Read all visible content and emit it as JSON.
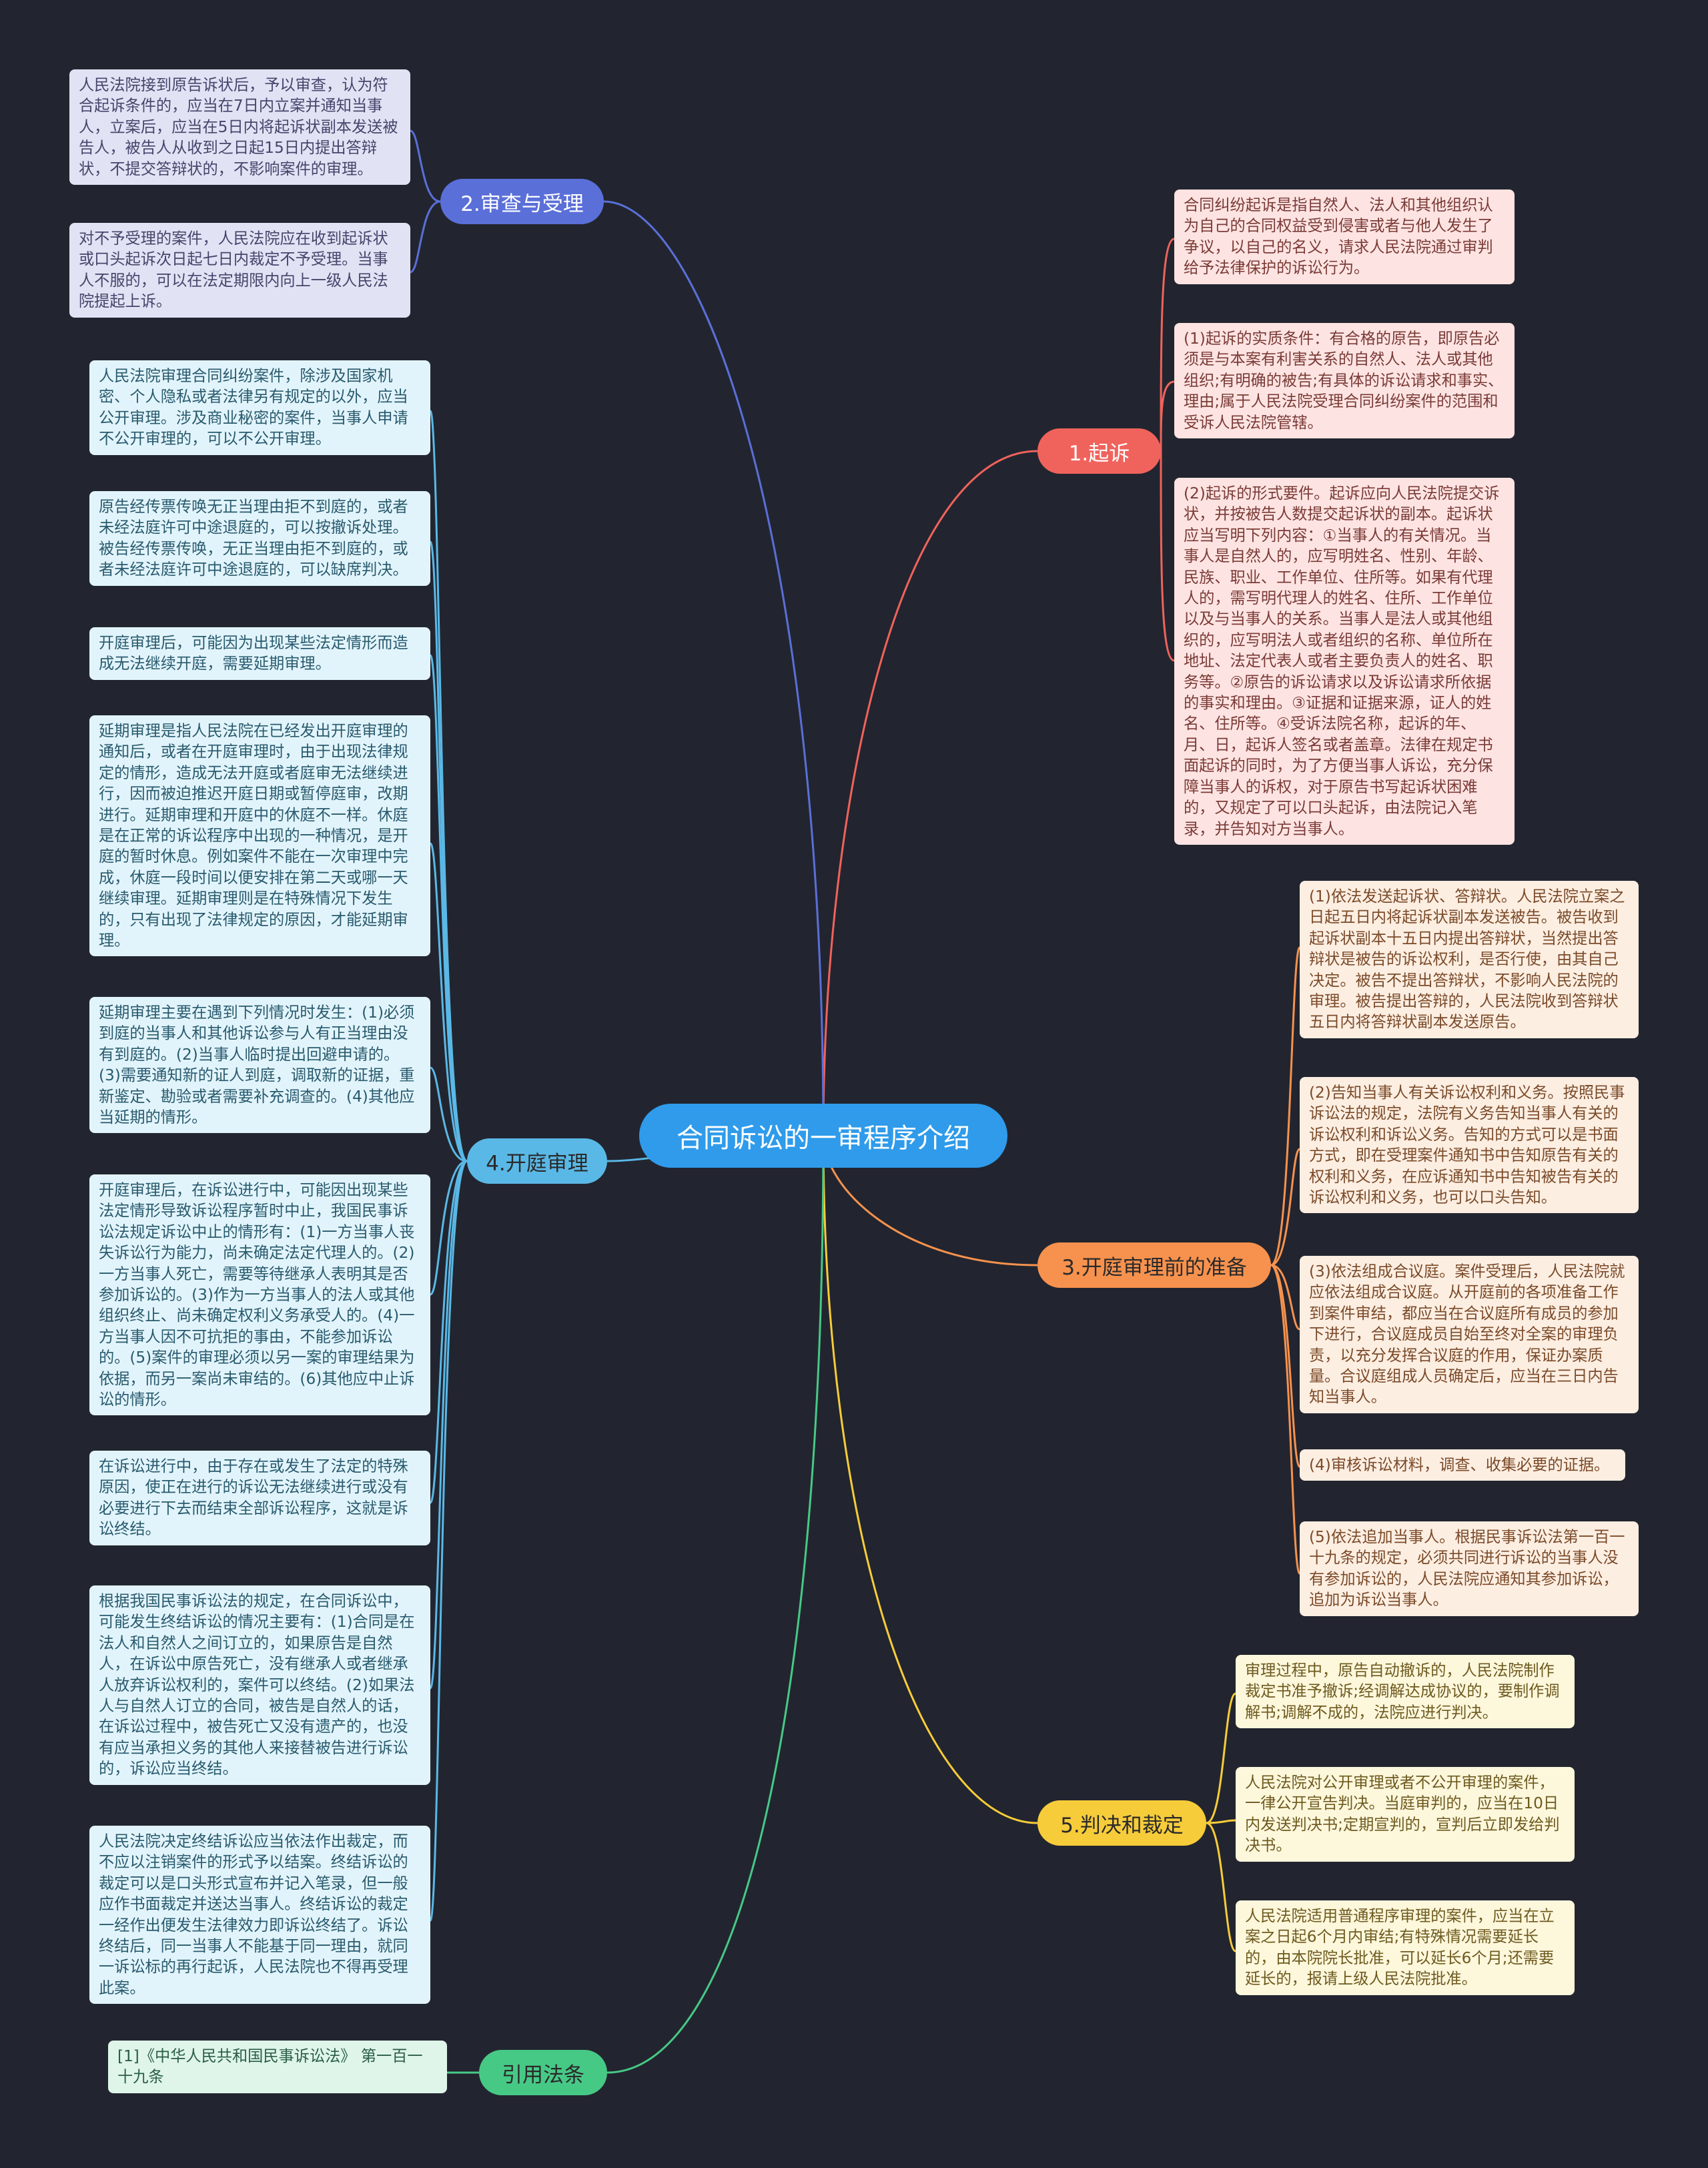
{
  "root": {
    "label": "合同诉讼的一审程序介绍"
  },
  "branches": {
    "filing": {
      "label": "1.起诉",
      "color": "#f0635c",
      "text_color": "#ffffff"
    },
    "review": {
      "label": "2.审查与受理",
      "color": "#5a6fd8",
      "text_color": "#ffffff"
    },
    "prep": {
      "label": "3.开庭审理前的准备",
      "color": "#f7924e",
      "text_color": "#2a2a2a"
    },
    "hearing": {
      "label": "4.开庭审理",
      "color": "#5ab8e6",
      "text_color": "#2a2a2a"
    },
    "verdict": {
      "label": "5.判决和裁定",
      "color": "#f7cc3a",
      "text_color": "#2a2a2a"
    },
    "cite": {
      "label": "引用法条",
      "color": "#47c986",
      "text_color": "#2a2a2a"
    }
  },
  "leaves": {
    "filing": [
      "合同纠纷起诉是指自然人、法人和其他组织认为自己的合同权益受到侵害或者与他人发生了争议，以自己的名义，请求人民法院通过审判给予法律保护的诉讼行为。",
      "(1)起诉的实质条件：有合格的原告，即原告必须是与本案有利害关系的自然人、法人或其他组织;有明确的被告;有具体的诉讼请求和事实、理由;属于人民法院受理合同纠纷案件的范围和受诉人民法院管辖。",
      "(2)起诉的形式要件。起诉应向人民法院提交诉状，并按被告人数提交起诉状的副本。起诉状应当写明下列内容：①当事人的有关情况。当事人是自然人的，应写明姓名、性别、年龄、民族、职业、工作单位、住所等。如果有代理人的，需写明代理人的姓名、住所、工作单位以及与当事人的关系。当事人是法人或其他组织的，应写明法人或者组织的名称、单位所在地址、法定代表人或者主要负责人的姓名、职务等。②原告的诉讼请求以及诉讼请求所依据的事实和理由。③证据和证据来源，证人的姓名、住所等。④受诉法院名称，起诉的年、月、日，起诉人签名或者盖章。法律在规定书面起诉的同时，为了方便当事人诉讼，充分保障当事人的诉权，对于原告书写起诉状困难的，又规定了可以口头起诉，由法院记入笔录，并告知对方当事人。"
    ],
    "review": [
      "人民法院接到原告诉状后，予以审查，认为符合起诉条件的，应当在7日内立案并通知当事人，立案后，应当在5日内将起诉状副本发送被告人，被告人从收到之日起15日内提出答辩状，不提交答辩状的，不影响案件的审理。",
      "对不予受理的案件，人民法院应在收到起诉状或口头起诉次日起七日内裁定不予受理。当事人不服的，可以在法定期限内向上一级人民法院提起上诉。"
    ],
    "prep": [
      "(1)依法发送起诉状、答辩状。人民法院立案之日起五日内将起诉状副本发送被告。被告收到起诉状副本十五日内提出答辩状，当然提出答辩状是被告的诉讼权利，是否行使，由其自己决定。被告不提出答辩状，不影响人民法院的审理。被告提出答辩的，人民法院收到答辩状五日内将答辩状副本发送原告。",
      "(2)告知当事人有关诉讼权利和义务。按照民事诉讼法的规定，法院有义务告知当事人有关的诉讼权利和诉讼义务。告知的方式可以是书面方式，即在受理案件通知书中告知原告有关的权利和义务，在应诉通知书中告知被告有关的诉讼权利和义务，也可以口头告知。",
      "(3)依法组成合议庭。案件受理后，人民法院就应依法组成合议庭。从开庭前的各项准备工作到案件审结，都应当在合议庭所有成员的参加下进行，合议庭成员自始至终对全案的审理负责，以充分发挥合议庭的作用，保证办案质量。合议庭组成人员确定后，应当在三日内告知当事人。",
      "(4)审核诉讼材料，调查、收集必要的证据。",
      "(5)依法追加当事人。根据民事诉讼法第一百一十九条的规定，必须共同进行诉讼的当事人没有参加诉讼的，人民法院应通知其参加诉讼，追加为诉讼当事人。"
    ],
    "hearing": [
      "人民法院审理合同纠纷案件，除涉及国家机密、个人隐私或者法律另有规定的以外，应当公开审理。涉及商业秘密的案件，当事人申请不公开审理的，可以不公开审理。",
      "原告经传票传唤无正当理由拒不到庭的，或者未经法庭许可中途退庭的，可以按撤诉处理。被告经传票传唤，无正当理由拒不到庭的，或者未经法庭许可中途退庭的，可以缺席判决。",
      "开庭审理后，可能因为出现某些法定情形而造成无法继续开庭，需要延期审理。",
      "延期审理是指人民法院在已经发出开庭审理的通知后，或者在开庭审理时，由于出现法律规定的情形，造成无法开庭或者庭审无法继续进行，因而被迫推迟开庭日期或暂停庭审，改期进行。延期审理和开庭中的休庭不一样。休庭是在正常的诉讼程序中出现的一种情况，是开庭的暂时休息。例如案件不能在一次审理中完成，休庭一段时间以便安排在第二天或哪一天继续审理。延期审理则是在特殊情况下发生的，只有出现了法律规定的原因，才能延期审理。",
      "延期审理主要在遇到下列情况时发生：(1)必须到庭的当事人和其他诉讼参与人有正当理由没有到庭的。(2)当事人临时提出回避申请的。(3)需要通知新的证人到庭，调取新的证据，重新鉴定、勘验或者需要补充调查的。(4)其他应当延期的情形。",
      "开庭审理后，在诉讼进行中，可能因出现某些法定情形导致诉讼程序暂时中止，我国民事诉讼法规定诉讼中止的情形有：(1)一方当事人丧失诉讼行为能力，尚未确定法定代理人的。(2)一方当事人死亡，需要等待继承人表明其是否参加诉讼的。(3)作为一方当事人的法人或其他组织终止、尚未确定权利义务承受人的。(4)一方当事人因不可抗拒的事由，不能参加诉讼的。(5)案件的审理必须以另一案的审理结果为依据，而另一案尚未审结的。(6)其他应中止诉讼的情形。",
      "在诉讼进行中，由于存在或发生了法定的特殊原因，使正在进行的诉讼无法继续进行或没有必要进行下去而结束全部诉讼程序，这就是诉讼终结。",
      "根据我国民事诉讼法的规定，在合同诉讼中，可能发生终结诉讼的情况主要有：(1)合同是在法人和自然人之间订立的，如果原告是自然人，在诉讼中原告死亡，没有继承人或者继承人放弃诉讼权利的，案件可以终结。(2)如果法人与自然人订立的合同，被告是自然人的话，在诉讼过程中，被告死亡又没有遗产的，也没有应当承担义务的其他人来接替被告进行诉讼的，诉讼应当终结。",
      "人民法院决定终结诉讼应当依法作出裁定，而不应以注销案件的形式予以结案。终结诉讼的裁定可以是口头形式宣布并记入笔录，但一般应作书面裁定并送达当事人。终结诉讼的裁定一经作出便发生法律效力即诉讼终结了。诉讼终结后，同一当事人不能基于同一理由，就同一诉讼标的再行起诉，人民法院也不得再受理此案。"
    ],
    "verdict": [
      "审理过程中，原告自动撤诉的，人民法院制作裁定书准予撤诉;经调解达成协议的，要制作调解书;调解不成的，法院应进行判决。",
      "人民法院对公开审理或者不公开审理的案件，一律公开宣告判决。当庭审判的，应当在10日内发送判决书;定期宣判的，宣判后立即发给判决书。",
      "人民法院适用普通程序审理的案件，应当在立案之日起6个月内审结;有特殊情况需要延长的，由本院院长批准，可以延长6个月;还需要延长的，报请上级人民法院批准。"
    ],
    "cite": [
      "[1]《中华人民共和国民事诉讼法》 第一百一十九条"
    ]
  }
}
